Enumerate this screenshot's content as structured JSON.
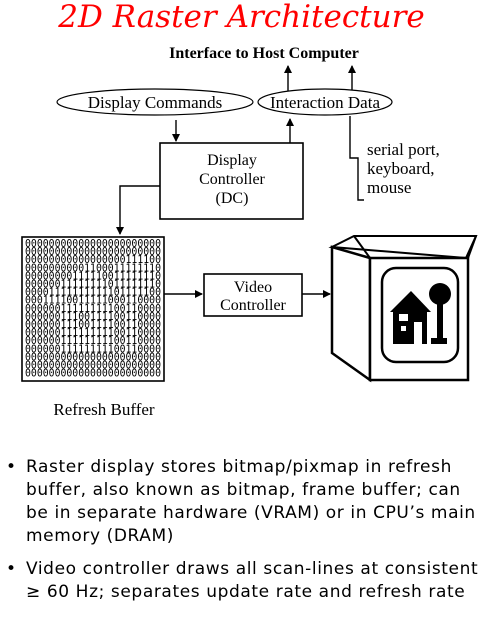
{
  "title": "2D Raster Architecture",
  "diagram": {
    "host_interface": "Interface to Host Computer",
    "display_commands": "Display Commands",
    "interaction_data": "Interaction Data",
    "dc_line1": "Display",
    "dc_line2": "Controller",
    "dc_line3": "(DC)",
    "io_line1": "serial port,",
    "io_line2": "keyboard,",
    "io_line3": "mouse",
    "vc_line1": "Video",
    "vc_line2": "Controller",
    "refresh_buffer": "Refresh Buffer",
    "buffer_rows": [
      "00000000000000000000000",
      "00000000000000000000000",
      "00000000000000000111100",
      "00000000001100011111110",
      "00000000111110011111110",
      "00000011111111011111110",
      "00001111111111101111100",
      "00011110011111000110000",
      "00000011111111100110000",
      "00000011100111100110000",
      "00000011100111100110000",
      "00000011111111100110000",
      "00000011111111100110000",
      "00000011111111100110000",
      "00000000000000000000000",
      "00000000000000000000000",
      "00000000000000000000000"
    ]
  },
  "bullets": [
    "Raster display stores bitmap/pixmap in refresh buffer, also known as bitmap, frame buffer; can be in separate hardware (VRAM) or in CPU’s main memory (DRAM)",
    "Video controller draws all scan-lines at consistent ≥ 60 Hz; separates update rate and refresh rate"
  ]
}
